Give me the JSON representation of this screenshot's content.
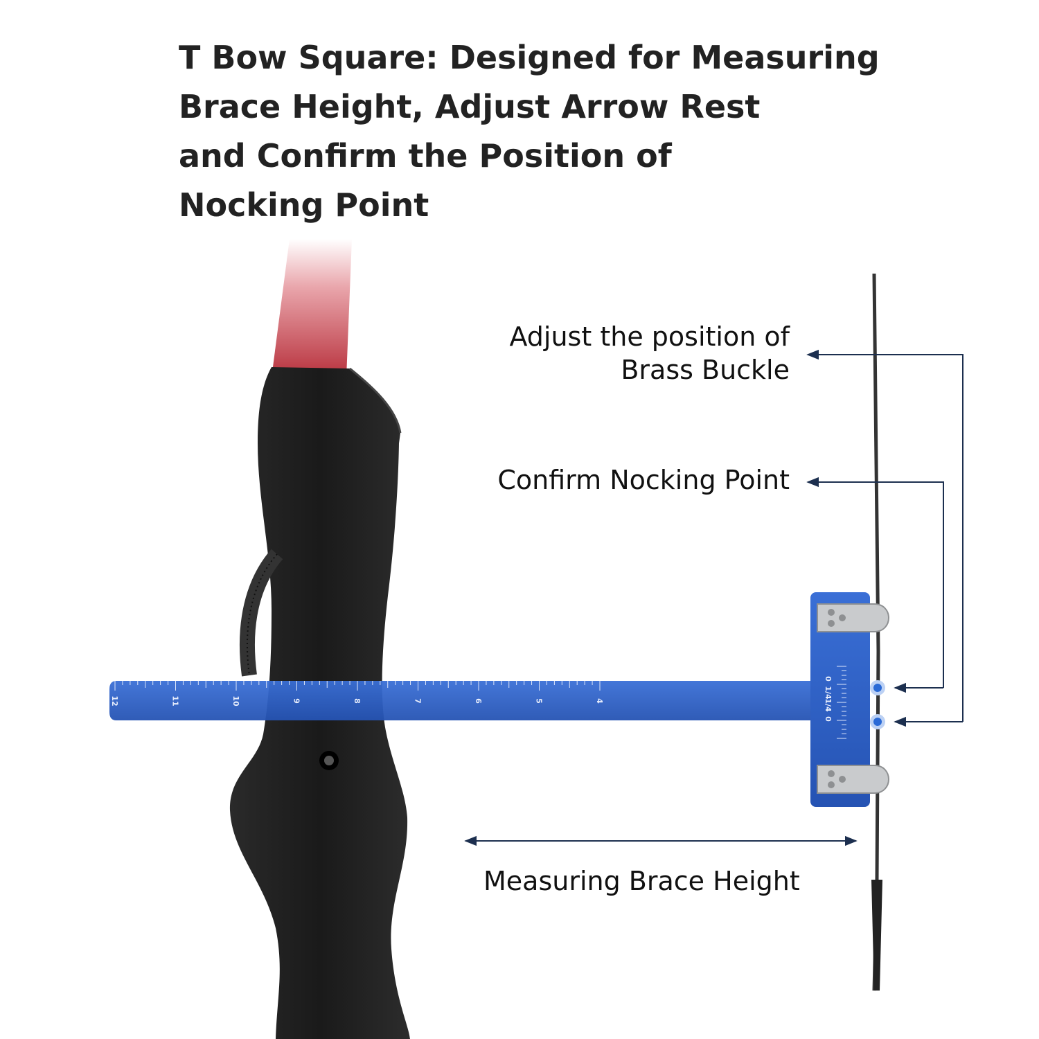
{
  "title": {
    "lines": [
      "T Bow Square: Designed for Measuring",
      "Brace Height, Adjust Arrow Rest",
      "and Confirm the Position of",
      "Nocking Point"
    ]
  },
  "callouts": {
    "brass_buckle": [
      "Adjust the position of",
      "Brass Buckle"
    ],
    "nocking_point": "Confirm Nocking Point",
    "brace_height": "Measuring Brace Height"
  },
  "ruler": {
    "numbers": [
      "12",
      "11",
      "10",
      "9",
      "8",
      "7",
      "6",
      "5",
      "4"
    ],
    "t_head_marks": [
      "0",
      "1/4",
      "1/4",
      "0"
    ]
  },
  "colors": {
    "ruler_blue": "#2f62c8",
    "riser": "#1e1e1e",
    "limb": "#b8323d",
    "arrow": "#1c2f4f",
    "clip": "#c9cbcd",
    "dot": "#2a6ad6"
  }
}
